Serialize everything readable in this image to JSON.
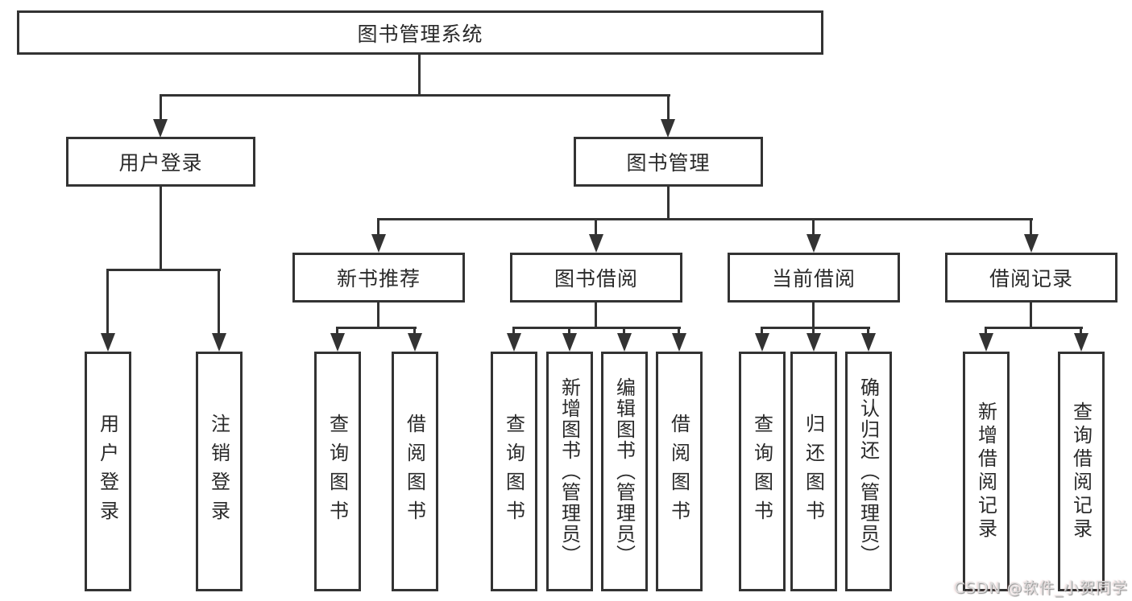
{
  "diagram": {
    "nodes": {
      "root": "图书管理系统",
      "user_login": "用户登录",
      "book_mgmt": "图书管理",
      "new_books": "新书推荐",
      "borrow": "图书借阅",
      "current": "当前借阅",
      "records": "借阅记录",
      "ul_login": "用户登录",
      "ul_logout": "注销登录",
      "nb_query": "查询图书",
      "nb_borrow": "借阅图书",
      "bb_query": "查询图书",
      "bb_add": "新增图书（管理员）",
      "bb_edit": "编辑图书（管理员）",
      "bb_borrow": "借阅图书",
      "cb_query": "查询图书",
      "cb_return": "归还图书",
      "cb_confirm": "确认归还（管理员）",
      "br_add": "新增借阅记录",
      "br_query": "查询借阅记录"
    },
    "watermark": "CSDN @软件_小贺同学",
    "colors": {
      "line": "#333333",
      "text": "#2a2a2a",
      "background": "#ffffff",
      "watermark": "#dcdcdc"
    }
  }
}
